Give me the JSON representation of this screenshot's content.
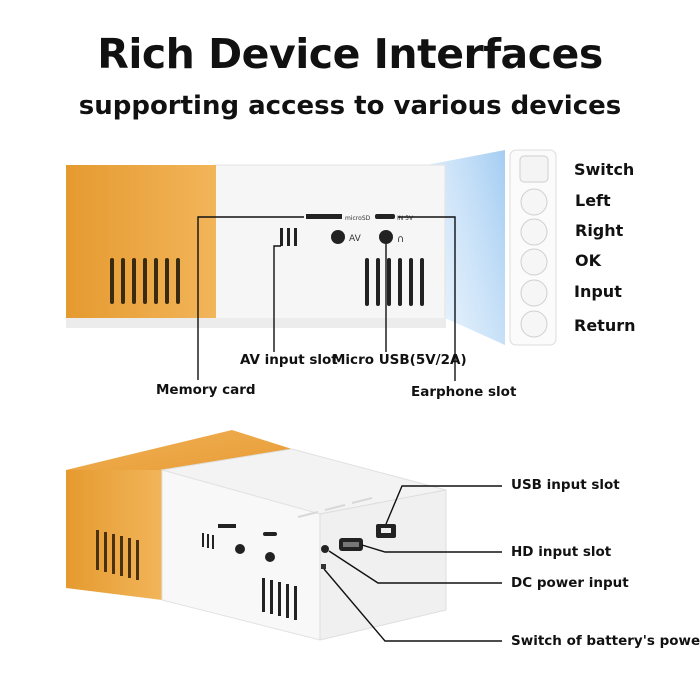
{
  "header": {
    "title": "Rich Device Interfaces",
    "subtitle": "supporting access to various devices"
  },
  "colors": {
    "accent": "#e8a23c",
    "body": "#f4f4f4",
    "projection": "#aed3f5"
  },
  "device_text": {
    "microsd": "microSD",
    "in5v": "IN 5V",
    "av": "AV"
  },
  "button_labels": [
    "Switch",
    "Left",
    "Right",
    "OK",
    "Input",
    "Return"
  ],
  "top_callouts": {
    "av_input": "AV input slot",
    "micro_usb": "Micro USB(5V/2A)",
    "memory_card": "Memory card",
    "earphone": "Earphone slot"
  },
  "bottom_callouts": {
    "usb_input": "USB input slot",
    "hd_input": "HD input slot",
    "dc_power": "DC power input",
    "battery_switch": "Switch of battery's power"
  }
}
